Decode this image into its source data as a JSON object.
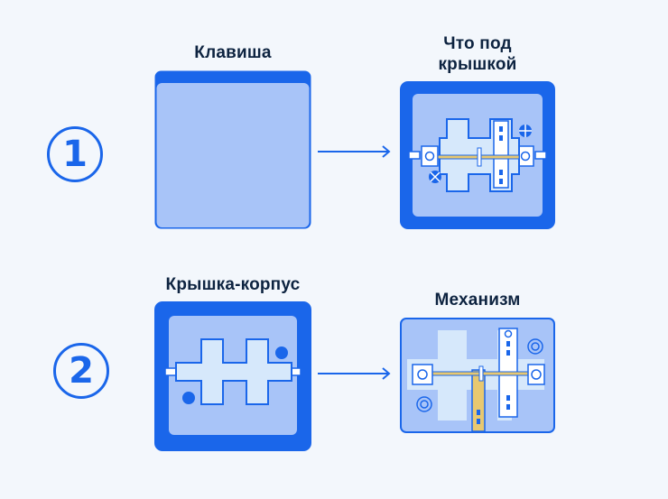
{
  "steps": [
    {
      "number": "1",
      "left_label": "Клавиша",
      "right_label_line1": "Что под",
      "right_label_line2": "крышкой"
    },
    {
      "number": "2",
      "left_label": "Крышка-корпус",
      "right_label": "Механизм"
    }
  ],
  "colors": {
    "blue": "#1a66ea",
    "light_blue": "#a8c4f8",
    "pale_blue": "#d6e8fb",
    "navy": "#0d2340",
    "yellow": "#e8c870",
    "background": "#f3f7fc"
  }
}
